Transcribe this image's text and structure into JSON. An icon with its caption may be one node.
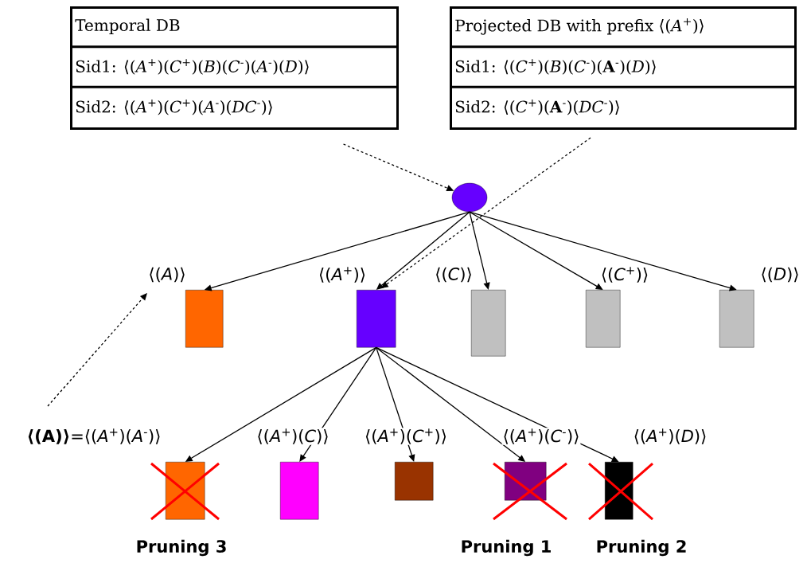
{
  "diagram": {
    "nodes": [
      {
        "text": [
          "Temporal DB",
          "Sid1: ⟨(*A*$^{+}$)(*C*$^{+}$)(*B*)(*C*$^{-}$)(*A*$^{-}$)(*D*)⟩",
          "Sid2: ⟨(*A*$^{+}$)(*C*$^{+}$)(*A*$^{-}$)(*DC*$^{-}$)⟩"
        ]
      },
      {
        "text": [
          "Projected DB with prefix ⟨(*A*$^{+}$)⟩",
          "Sid1: ⟨(*C*$^{+}$)(*B*)(*C*$^{-}$)(**A**$^{-}$)(*D*)⟩",
          "Sid2: ⟨(*C*$^{+}$)(**A**$^{-}$)(*DC*$^{-}$)⟩"
        ]
      },
      {
        "text": [],
        "shape": "circle"
      },
      {
        "text": [],
        "shape": "box",
        "beside": [
          "⟨(*A*)⟩"
        ]
      },
      {
        "text": [],
        "shape": "box",
        "beside": [
          "⟨(*A*$^{+}$)⟩"
        ]
      },
      {
        "text": [],
        "shape": "box",
        "beside": [
          "⟨(*C*)⟩"
        ]
      },
      {
        "text": [],
        "shape": "box",
        "beside": [
          "⟨(*C*$^{+}$)⟩"
        ]
      },
      {
        "text": [],
        "shape": "box",
        "beside": [
          "⟨(*D*)⟩"
        ]
      },
      {
        "text": [],
        "shape": "box",
        "beside": [
          "**⟨(A)⟩**=⟨(*A*$^{+}$)(*A*$^{-}$)⟩",
          "Pruning 3"
        ]
      },
      {
        "text": [],
        "shape": "box",
        "beside": [
          "⟨(*A*$^{+}$)(*C*)⟩"
        ]
      },
      {
        "text": [],
        "shape": "box",
        "beside": [
          "⟨(*A*$^{+}$)(*C*$^{+}$)⟩"
        ]
      },
      {
        "text": [],
        "shape": "box",
        "beside": [
          "⟨(*A*$^{+}$)(*C*$^{-}$)⟩",
          "Pruning 1"
        ]
      },
      {
        "text": [],
        "shape": "box",
        "beside": [
          "⟨(*A*$^{+}$)(*D*)⟩",
          "Pruning 2"
        ]
      }
    ],
    "edges": [
      {
        "from": 2,
        "to": 3,
        "arrow": "to"
      },
      {
        "from": 2,
        "to": 4,
        "arrow": "to"
      },
      {
        "from": 2,
        "to": 5,
        "arrow": "to"
      },
      {
        "from": 2,
        "to": 6,
        "arrow": "to"
      },
      {
        "from": 2,
        "to": 7,
        "arrow": "to"
      },
      {
        "from": 4,
        "to": 8,
        "arrow": "to"
      },
      {
        "from": 4,
        "to": 9,
        "arrow": "to"
      },
      {
        "from": 4,
        "to": 10,
        "arrow": "to"
      },
      {
        "from": 4,
        "to": 11,
        "arrow": "to"
      },
      {
        "from": 4,
        "to": 12,
        "arrow": "to"
      },
      {
        "from": 0,
        "to": 2,
        "arrow": "to",
        "style": "dashed"
      },
      {
        "from": 1,
        "to": 4,
        "arrow": "to",
        "style": "dashed"
      },
      {
        "from": 8,
        "to": 3,
        "arrow": "to",
        "style": "dashed"
      }
    ]
  }
}
